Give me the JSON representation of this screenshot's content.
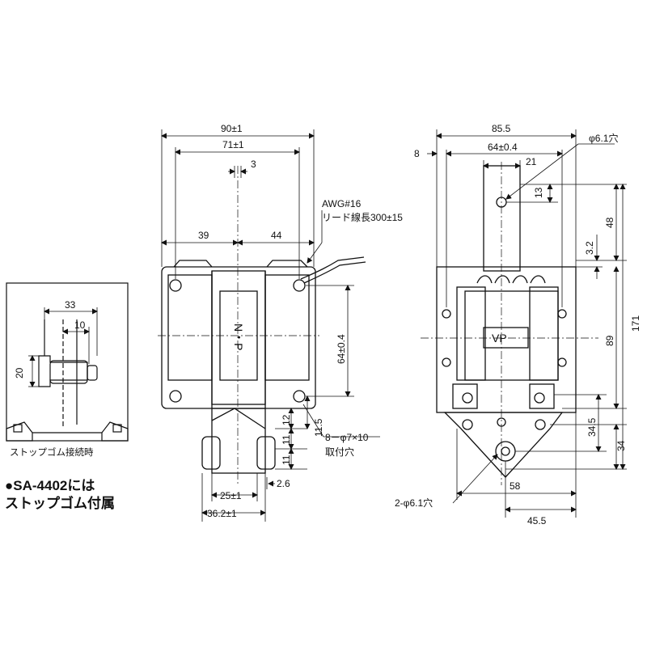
{
  "inset": {
    "dim_width": "33",
    "dim_small": "10",
    "dim_height": "20",
    "caption": "ストップゴム接続時"
  },
  "note": {
    "line1": "●SA-4402には",
    "line2": "ストップゴム付属"
  },
  "front_view": {
    "dim_overall_width": "90±1",
    "dim_hole_span": "71±1",
    "dim_offset": "3",
    "dim_left": "39",
    "dim_right": "44",
    "lead_spec_1": "AWG#16",
    "lead_spec_2": "リード線長300±15",
    "dim_hole_pitch": "64±0.4",
    "dim_mount_holes_1": "8－φ7×10",
    "dim_mount_holes_2": "取付穴",
    "dim_11_5": "11.5",
    "dim_12": "12",
    "dim_11a": "11",
    "dim_11b": "11",
    "dim_2_6": "2.6",
    "dim_bottom_1": "25±1",
    "dim_bottom_2": "36.2±1",
    "coil_mark": "N・P"
  },
  "side_view": {
    "dim_overall_width": "85.5",
    "dim_hole_dia": "φ6.1穴",
    "dim_8": "8",
    "dim_hole_pitch": "64±0.4",
    "dim_21": "21",
    "dim_13": "13",
    "dim_48": "48",
    "dim_3_2": "3.2",
    "dim_89": "89",
    "dim_171": "171",
    "dim_34_5": "34.5",
    "dim_34": "34",
    "dim_58": "58",
    "dim_2_holes": "2-φ6.1穴",
    "dim_45_5": "45.5",
    "coil_mark": "VP"
  }
}
